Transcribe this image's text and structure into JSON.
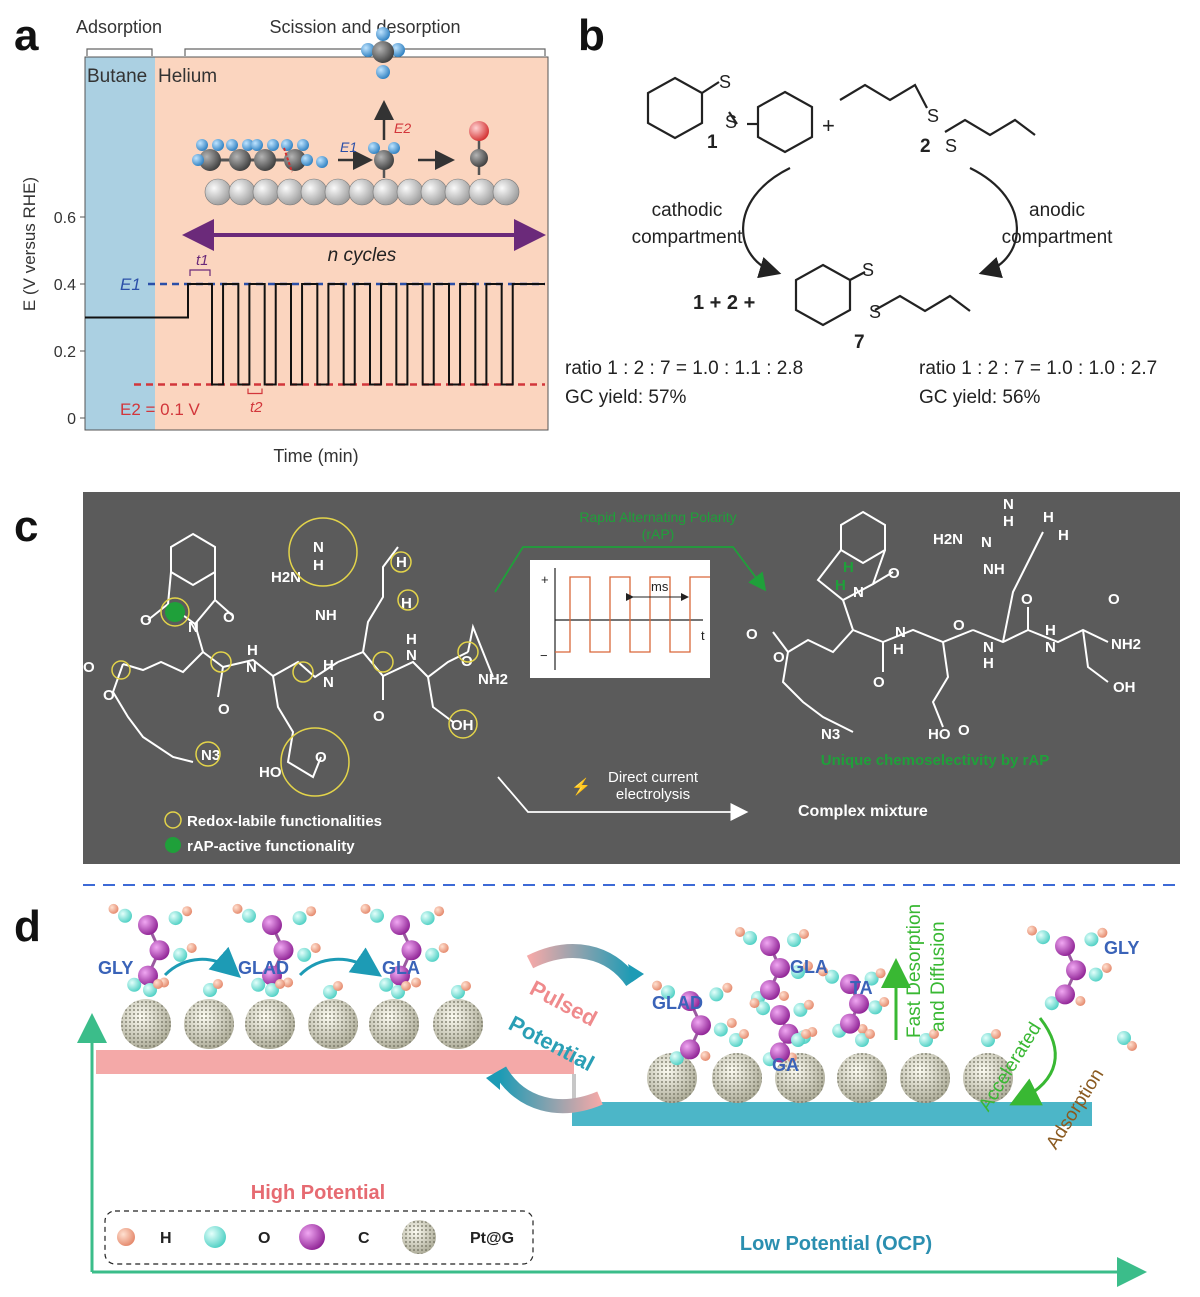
{
  "panel_labels": {
    "a": "a",
    "b": "b",
    "c": "c",
    "d": "d"
  },
  "panel_a": {
    "phase_adsorption": "Adsorption",
    "phase_scission": "Scission and desorption",
    "gas_butane": "Butane",
    "gas_helium": "Helium",
    "y_axis_label": "E (V versus RHE)",
    "x_axis_label": "Time (min)",
    "y_ticks": [
      "0",
      "0.2",
      "0.4",
      "0.6"
    ],
    "y_range": [
      -0.05,
      0.78
    ],
    "e1_level": 0.4,
    "e2_level": 0.1,
    "initial_level": 0.3,
    "pulse_count": 12,
    "e1_label": "E1",
    "e2_label": "E2 = 0.1 V",
    "t1_label": "t1",
    "t2_label": "t2",
    "cycles_label": "n cycles",
    "step_e1": "E1",
    "step_e2": "E2",
    "colors": {
      "adsorption_bg": "#abd0e2",
      "scission_bg": "#fbd5bf",
      "e1_line": "#2b4fa8",
      "e2_line": "#d2363b",
      "arrow": "#6b2a7a"
    }
  },
  "panel_b": {
    "compound_1": "1",
    "compound_2": "2",
    "compound_7": "7",
    "plus": "+",
    "cathodic": [
      "cathodic",
      "compartment"
    ],
    "anodic": [
      "anodic",
      "compartment"
    ],
    "products": "1 + 2 +",
    "left_ratio": "ratio 1 : 2 : 7 = 1.0 : 1.1 : 2.8",
    "left_yield": "GC yield: 57%",
    "right_ratio": "ratio 1 : 2 : 7 = 1.0 : 1.0 : 2.7",
    "right_yield": "GC yield: 56%"
  },
  "panel_c": {
    "rap_title": [
      "Rapid Alternating Polarity",
      "(rAP)"
    ],
    "inset_plus": "+",
    "inset_minus": "−",
    "inset_ms": "ms",
    "inset_t": "t",
    "dc_label": [
      "Direct current",
      "electrolysis"
    ],
    "complex_mixture": "Complex mixture",
    "unique_label": "Unique chemoselectivity by rAP",
    "legend_labile": "Redox-labile functionalities",
    "legend_active": "rAP-active functionality",
    "chem_left": {
      "h2n": "H2N",
      "nh": "NH",
      "h": "H",
      "o": "O",
      "n": "N",
      "n3": "N3",
      "nh2": "NH2",
      "oh": "OH",
      "ho": "HO"
    },
    "colors": {
      "bg": "#5b5b5b",
      "circle": "#e3d44a",
      "green": "#1fa03a"
    }
  },
  "panel_d": {
    "gly": "GLY",
    "glad": "GLAD",
    "gla": "GLA",
    "ta": "TA",
    "ga": "GA",
    "pulsed": "Pulsed",
    "potential": "Potential",
    "fast_desorption": [
      "Fast Desorption",
      "and Diffusion"
    ],
    "accelerated": "Accelerated",
    "adsorption": "Adsorption",
    "high_potential": "High Potential",
    "low_potential": "Low Potential (OCP)",
    "legend": {
      "h": "H",
      "o": "O",
      "c": "C",
      "ptg": "Pt@G"
    },
    "colors": {
      "high_bar": "#f4a9a8",
      "low_bar": "#4cb6c8",
      "axis": "#3bbd8a",
      "h_atom": "#f0a58a",
      "o_atom": "#7fe0d8",
      "c_atom": "#b23db9",
      "label_blue": "#3a63b8",
      "high_text": "#e66b72",
      "low_text": "#2b8fb0",
      "green": "#39b833"
    }
  }
}
